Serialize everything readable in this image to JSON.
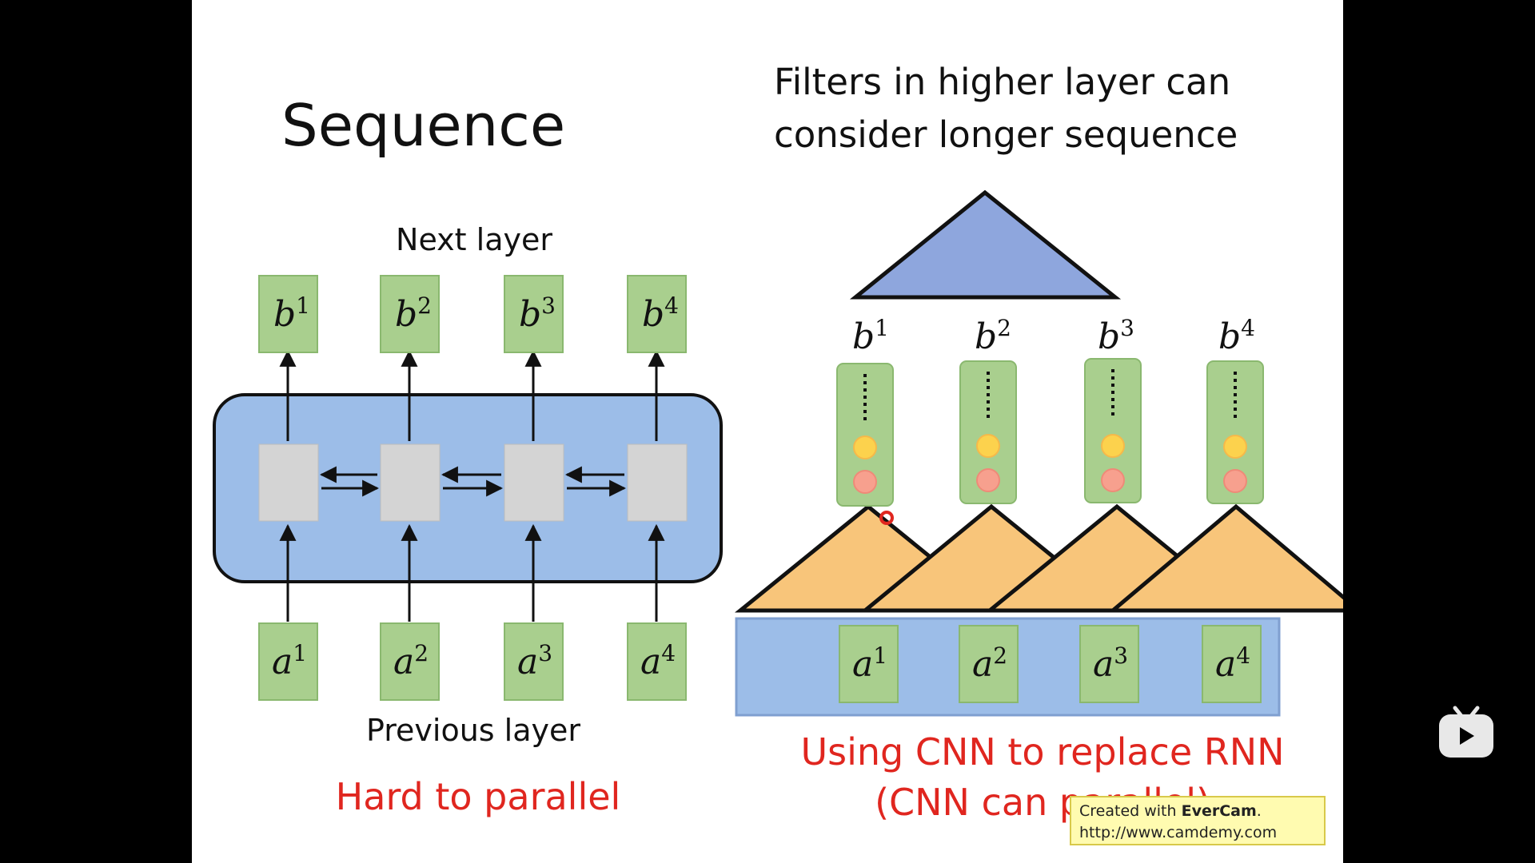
{
  "slide": {
    "title": "Sequence",
    "rnn": {
      "top_label": "Next layer",
      "bottom_label": "Previous layer",
      "caption": "Hard to parallel",
      "outputs": [
        "b",
        "b",
        "b",
        "b"
      ],
      "inputs": [
        "a",
        "a",
        "a",
        "a"
      ],
      "superscripts": [
        "1",
        "2",
        "3",
        "4"
      ]
    },
    "cnn": {
      "heading_line1": "Filters in higher layer can",
      "heading_line2": "consider longer sequence",
      "outputs": [
        "b",
        "b",
        "b",
        "b"
      ],
      "inputs": [
        "a",
        "a",
        "a",
        "a"
      ],
      "superscripts": [
        "1",
        "2",
        "3",
        "4"
      ],
      "caption_line1": "Using CNN to replace RNN",
      "caption_line2": "(CNN can parallel)"
    },
    "colors": {
      "green_box": "#a9cf8e",
      "green_border": "#8ab86f",
      "blue_fill": "#9cbde8",
      "triangle_blue": "#8ea6dd",
      "triangle_orange": "#f8c57a",
      "caption_red": "#e0261f"
    }
  },
  "watermark": {
    "prefix": "Created with ",
    "brand": "EverCam",
    "suffix": ".",
    "url": "http://www.camdemy.com"
  },
  "player": {
    "logo_icon": "bilibili-tv-icon"
  }
}
